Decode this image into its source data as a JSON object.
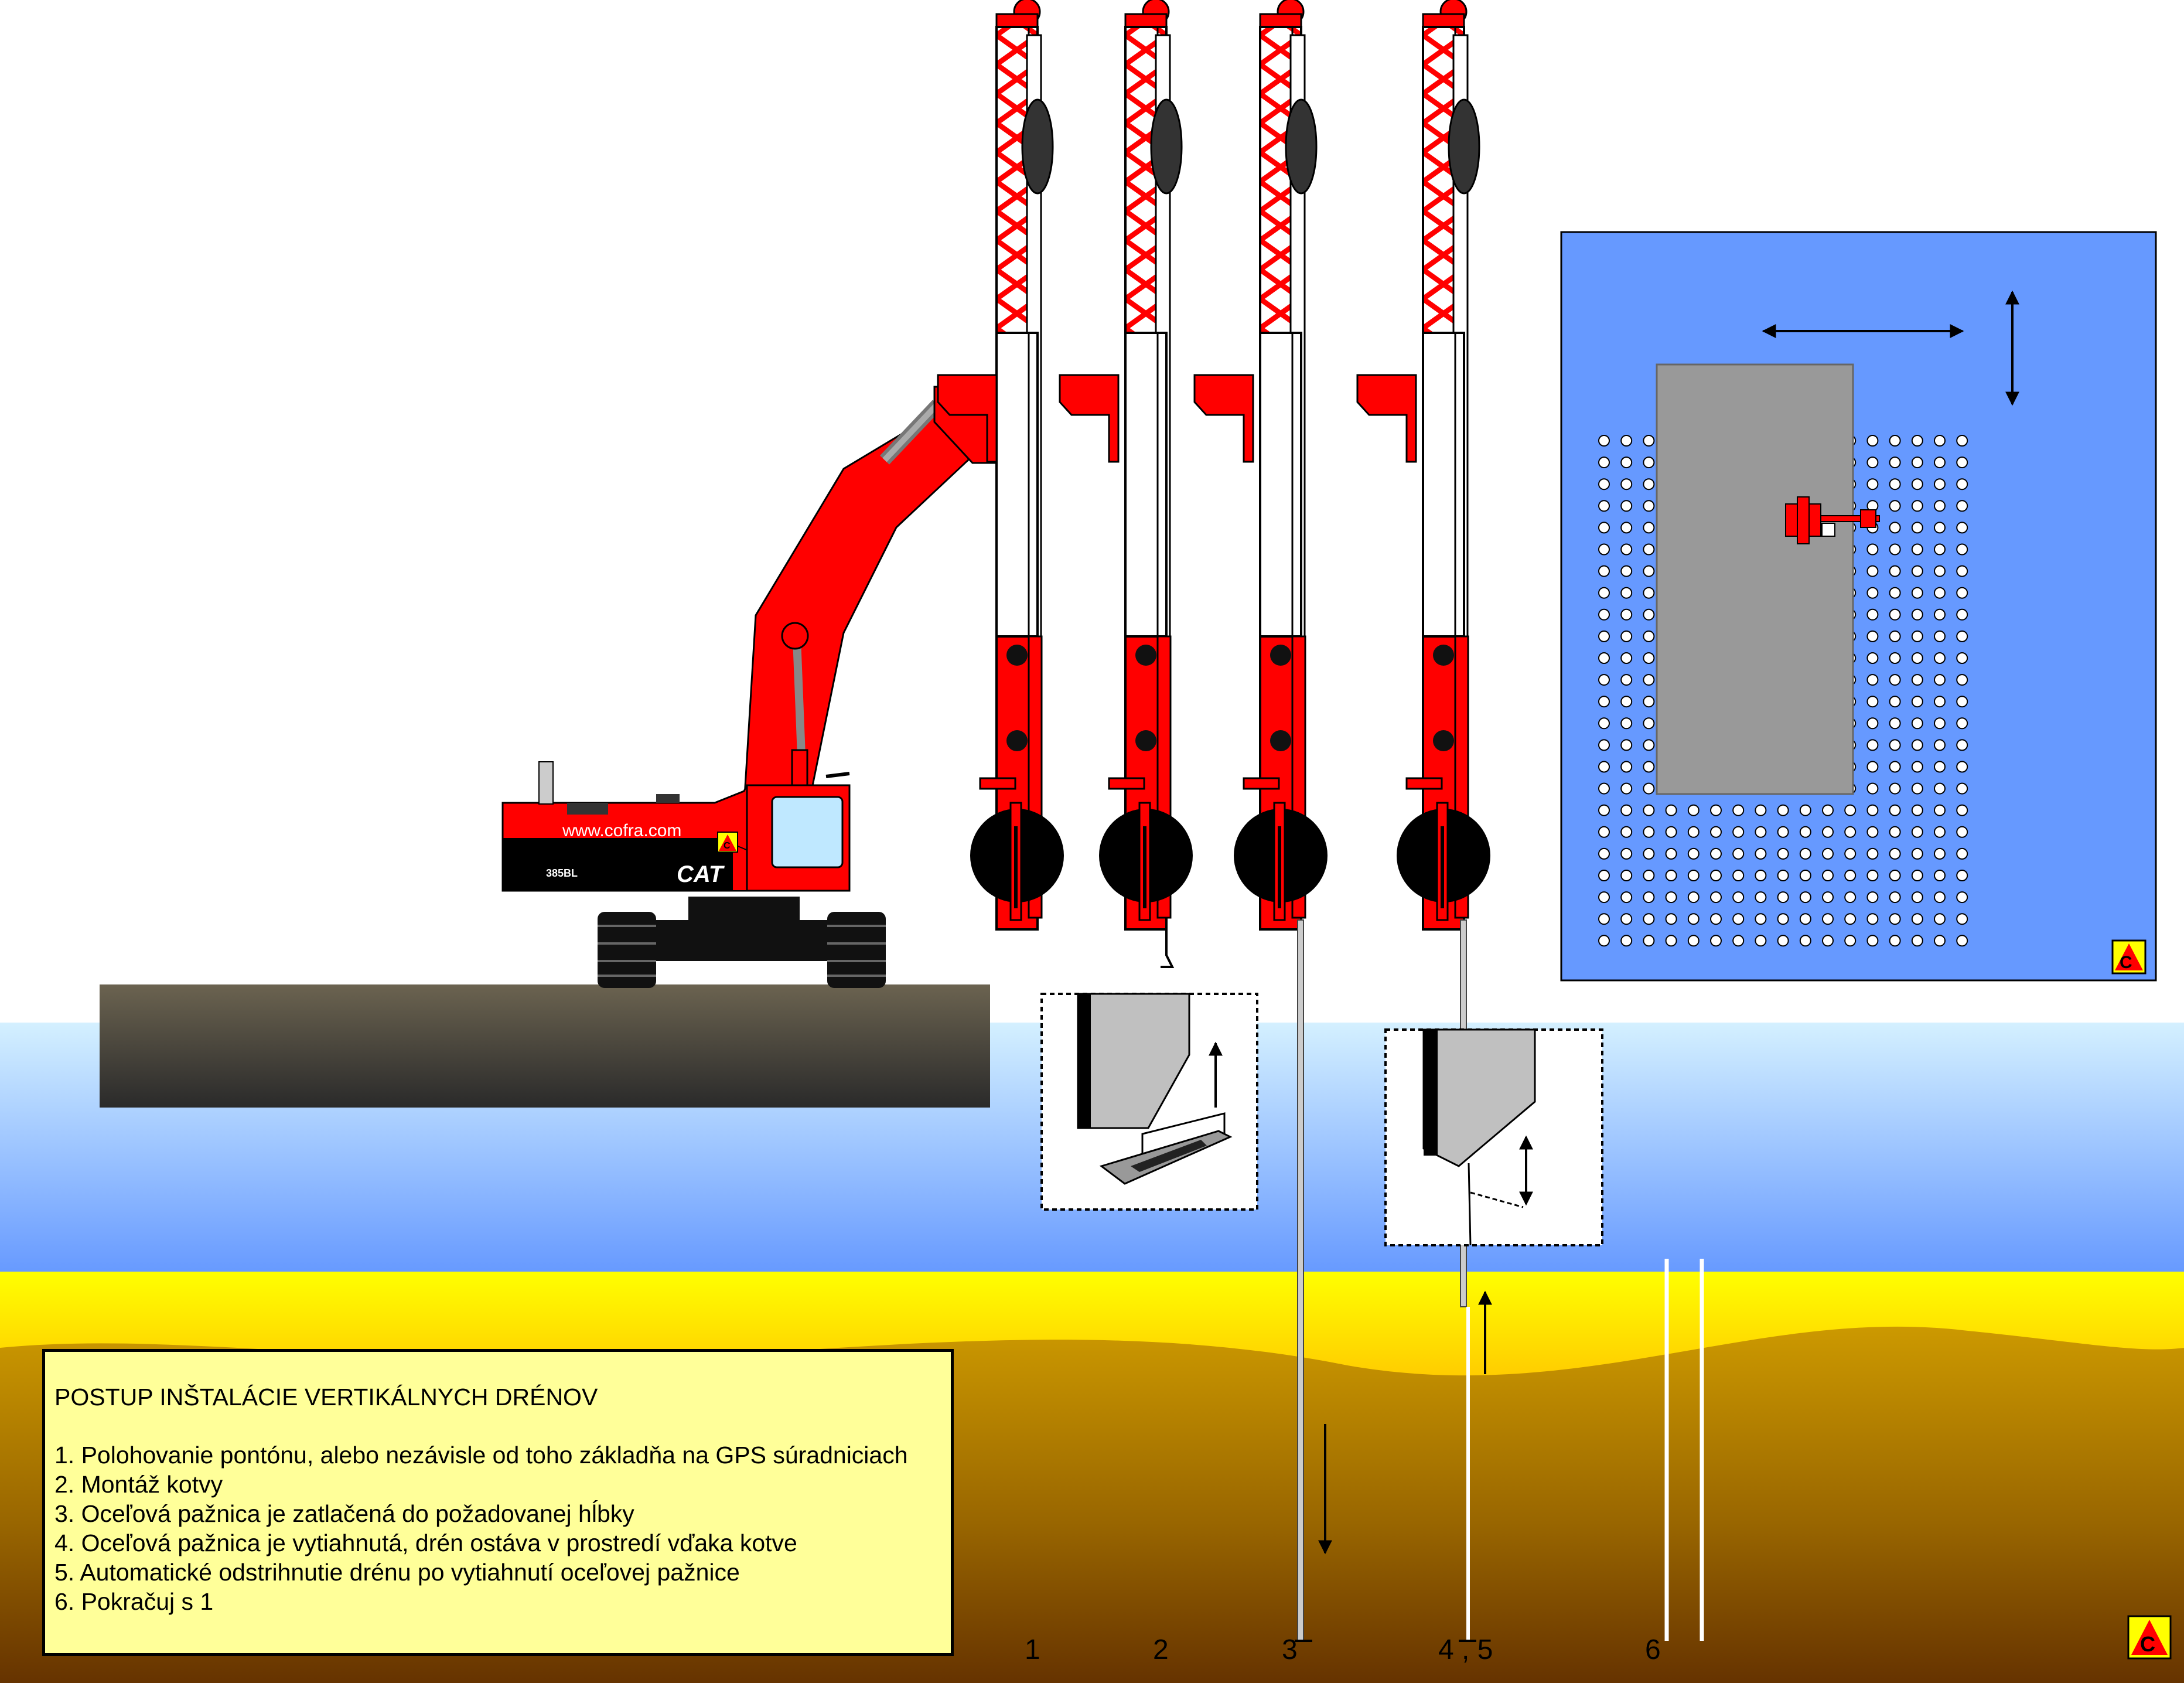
{
  "legend": {
    "title": "POSTUP INŠTALÁCIE VERTIKÁLNYCH DRÉNOV",
    "steps": [
      "1. Polohovanie pontónu, alebo nezávisle od toho základňa na GPS súradniciach",
      "2. Montáž kotvy",
      "3. Oceľová pažnica je zatlačená do požadovanej hĺbky",
      "4. Oceľová pažnica je vytiahnutá, drén ostáva v prostredí vďaka kotve",
      "5. Automatické odstrihnutie drénu po vytiahnutí oceľovej pažnice",
      "6. Pokračuj s 1"
    ]
  },
  "step_labels": [
    "1",
    "2",
    "3",
    "4 , 5",
    "6"
  ],
  "machine": {
    "website": "www.cofra.com",
    "model": "385BL",
    "brand": "CAT"
  },
  "logo_letter": "C",
  "colors": {
    "machine_red": "#ff0000",
    "water_top": "#ccecff",
    "water_bottom": "#6699ff",
    "sand_yellow": "#ffff00",
    "soil_top": "#cc9900",
    "soil_bottom": "#663300",
    "plan_blue": "#6699ff",
    "plan_grey": "#999999",
    "legend_fill": "#ffff99"
  },
  "icons": [
    "cofra-logo-icon",
    "arrow-up-icon",
    "arrow-down-icon",
    "arrow-updown-icon",
    "arrow-leftright-icon"
  ]
}
